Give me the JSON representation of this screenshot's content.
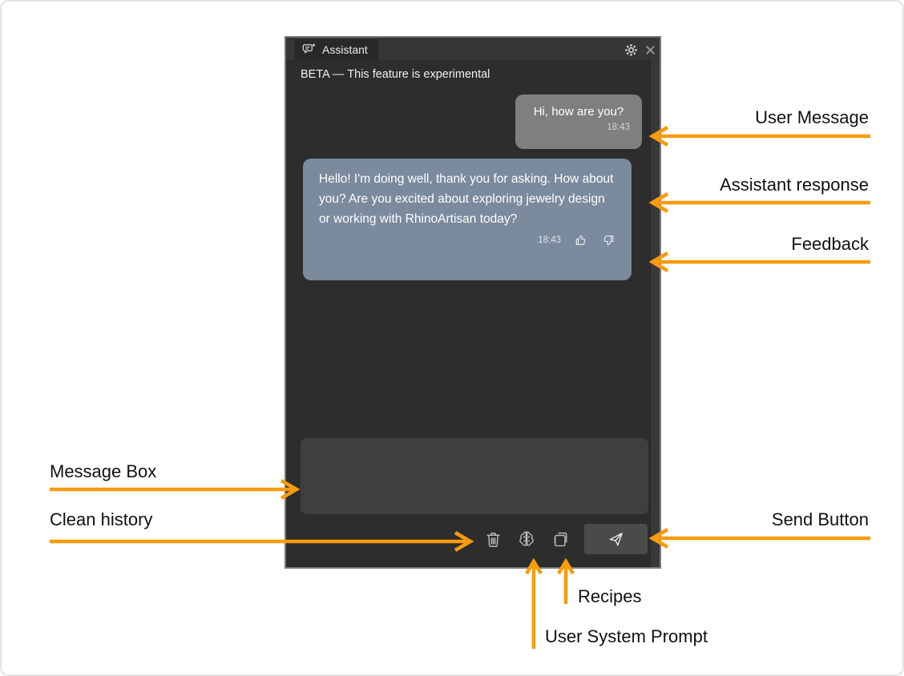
{
  "colors": {
    "accent": "#F89B0C",
    "panel-bg": "#2D2D2D",
    "titlebar-bg": "#363636",
    "tab-bg": "#282828",
    "user-bubble": "#7F7F7F",
    "assistant-bubble": "#7B8A9D",
    "composer-bg": "#3F3F3F",
    "send-button-bg": "#4A4A4A",
    "icon": "#B9B9B9",
    "label-text": "#101010"
  },
  "panel": {
    "tab_title": "Assistant",
    "beta_notice": "BETA — This feature is experimental",
    "messages": [
      {
        "role": "user",
        "text": "Hi, how are you?",
        "time": "18:43"
      },
      {
        "role": "assistant",
        "text": "Hello! I'm doing well, thank you for asking. How about you? Are you excited about exploring jewelry design or working with RhinoArtisan today?",
        "time": "18:43"
      }
    ],
    "composer": {
      "value": "",
      "placeholder": ""
    },
    "icons": [
      "chat-plus-icon",
      "gear-icon",
      "close-icon",
      "thumbs-up-icon",
      "thumbs-down-icon",
      "trash-icon",
      "brain-icon",
      "recipes-icon",
      "send-icon"
    ]
  },
  "annotations": {
    "user_message": "User Message",
    "assistant_response": "Assistant response",
    "feedback": "Feedback",
    "message_box": "Message Box",
    "clean_history": "Clean history",
    "send_button": "Send Button",
    "recipes": "Recipes",
    "user_system_prompt": "User System Prompt"
  }
}
